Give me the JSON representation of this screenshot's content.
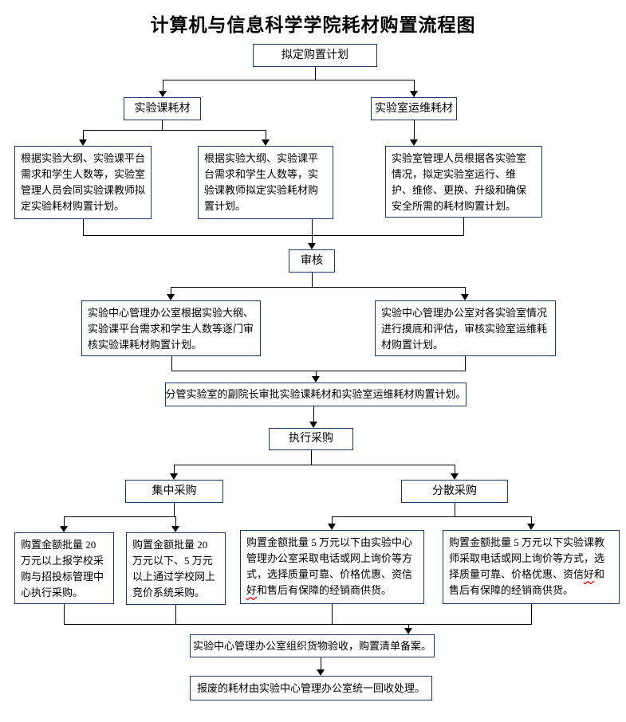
{
  "title": "计算机与信息科学学院耗材购置流程图",
  "colors": {
    "box_border": "#1f3864",
    "connector": "#000000",
    "spellcheck_underline": "#ff0000",
    "text": "#000000",
    "background": "#ffffff"
  },
  "nodes": {
    "plan": "拟定购置计划",
    "lab_course": "实验课耗材",
    "lab_ops": "实验室运维耗材",
    "d1": "根据实验大纲、实验课平台需求和学生人数等，实验室管理人员会同实验课教师拟定实验耗材购置计划。",
    "d2": "根据实验大纲、实验课平台需求和学生人数等，实验课教师拟定实验耗材购置计划。",
    "d3": "实验室管理人员根据各实验室情况，拟定实验室运行、维护、维修、更换、升级和确保安全所需的耗材购置计划。",
    "review": "审核",
    "e1": "实验中心管理办公室根据实验大纲、实验课平台需求和学生人数等逐门审核实验课耗材购置计划。",
    "e2": "实验中心管理办公室对各实验室情况进行摸底和评估，审核实验室运维耗材购置计划。",
    "approve": "分管实验室的副院长审批实验课耗材和实验室运维耗材购置计划。",
    "execute": "执行采购",
    "centralized": "集中采购",
    "decentralized": "分散采购",
    "i1": "购置金额批量 20 万元以上报学校采购与招投标管理中心执行采购。",
    "i2": "购置金额批量 20 万元以下、5 万元以上通过学校网上竞价系统采购。",
    "i3": {
      "pre": "购置金额批量 5 万元以下由实验中心管理办公室采取电话或网上询价等方式，选择质量可靠、价格优惠、资信",
      "marked": "好",
      "post": "和售后有保障的经销商供货。"
    },
    "i4": {
      "pre": "购置金额批量 5 万元以下实验课教师采取电话或网上询价等方式，选择质量可靠、价格优惠、资信",
      "marked": "好",
      "post": "和售后有保障的经销商供货。"
    },
    "accept": "实验中心管理办公室组织货物验收，购置清单备案。",
    "recycle": "报废的耗材由实验中心管理办公室统一回收处理。"
  }
}
